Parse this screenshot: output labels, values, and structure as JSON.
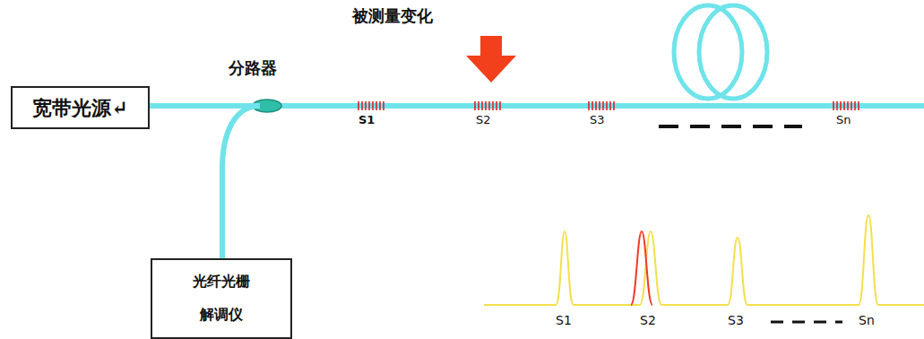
{
  "diagram": {
    "nodes": [
      {
        "text": [
          "宽带光源↵"
        ]
      },
      {
        "text": [
          "光纤光栅 解调仪"
        ]
      }
    ],
    "edges": [
      {
        "from": 0,
        "to": 1,
        "arrow": "none"
      }
    ],
    "labels": [
      "被测量变化",
      "分路器",
      "S1",
      "S2",
      "S3",
      "Sn",
      "S1",
      "S2",
      "S3",
      "Sn"
    ]
  }
}
